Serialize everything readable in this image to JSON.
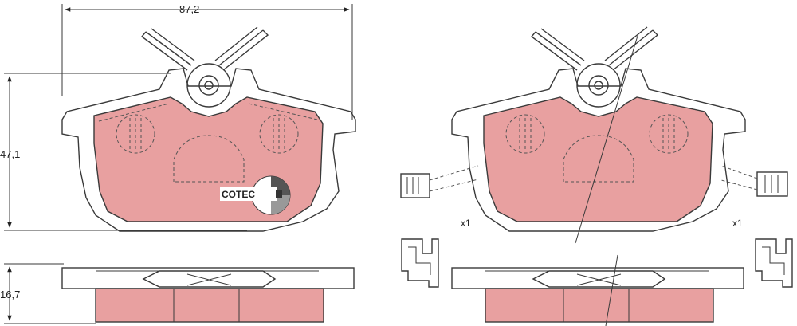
{
  "dimensions": {
    "width": "87,2",
    "height": "47,1",
    "thickness": "16,7"
  },
  "brand_logo": "COTEC",
  "accessories": [
    {
      "name": "wear-sensor-left",
      "quantity": "x1"
    },
    {
      "name": "wear-sensor-right",
      "quantity": "x1"
    }
  ],
  "colors": {
    "friction_material": "#e8a0a0",
    "friction_material_light": "#f0c8c8",
    "backing_plate": "#ffffff",
    "outline": "#3a3a3a"
  }
}
